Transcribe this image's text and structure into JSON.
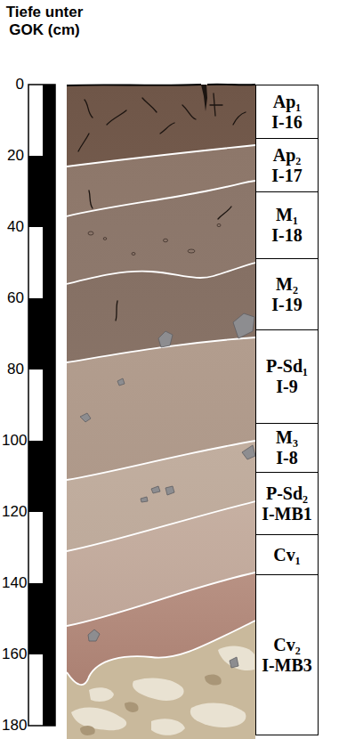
{
  "diagram": {
    "title": "Tiefe unter GOK (cm)",
    "nodes": [
      {
        "text": [
          "Ap₁",
          "I-16"
        ]
      },
      {
        "text": [
          "Ap₂",
          "I-17"
        ]
      },
      {
        "text": [
          "M₁",
          "I-18"
        ]
      },
      {
        "text": [
          "M₂",
          "I-19"
        ]
      },
      {
        "text": [
          "P-Sd₁",
          "I-9"
        ]
      },
      {
        "text": [
          "M₃",
          "I-8"
        ]
      },
      {
        "text": [
          "P-Sd₂",
          "I-MB1"
        ]
      },
      {
        "text": [
          "Cv₁"
        ]
      },
      {
        "text": [
          "Cv₂",
          "I-MB3"
        ]
      }
    ],
    "labels": [
      "0",
      "20",
      "40",
      "60",
      "80",
      "100",
      "120",
      "140",
      "160",
      "180"
    ]
  }
}
